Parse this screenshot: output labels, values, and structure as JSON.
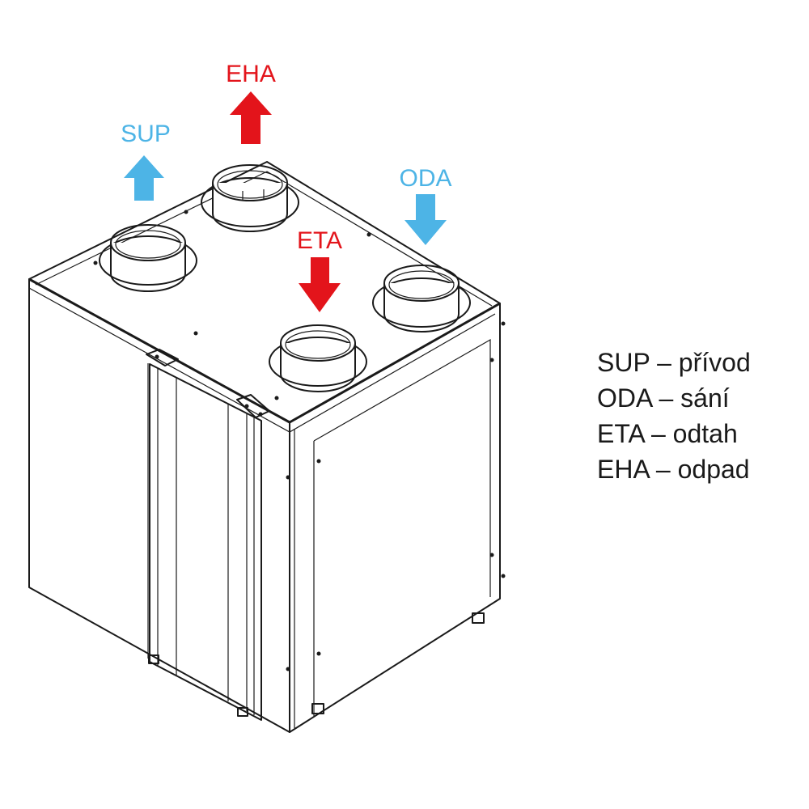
{
  "colors": {
    "supply_blue": "#4db4e6",
    "exhaust_red": "#e3141b",
    "outline": "#1a1a1a",
    "legend_text": "#1a1a1a"
  },
  "flows": {
    "sup": {
      "label": "SUP",
      "direction": "up",
      "color": "blue"
    },
    "eha": {
      "label": "EHA",
      "direction": "up",
      "color": "red"
    },
    "oda": {
      "label": "ODA",
      "direction": "down",
      "color": "blue"
    },
    "eta": {
      "label": "ETA",
      "direction": "down",
      "color": "red"
    }
  },
  "legend": {
    "items": [
      {
        "text": "SUP – přívod"
      },
      {
        "text": "ODA – sání"
      },
      {
        "text": "ETA – odtah"
      },
      {
        "text": "EHA – odpad"
      }
    ]
  }
}
